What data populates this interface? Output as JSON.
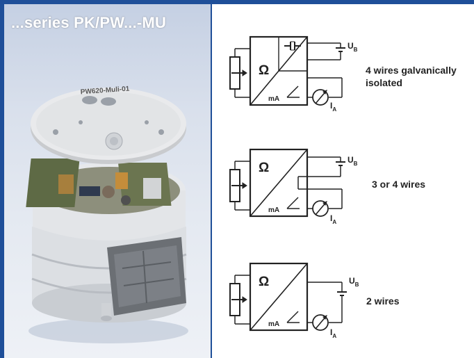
{
  "header": {
    "title": "...series PK/PW...-MU"
  },
  "device": {
    "model_label": "PW620-Muli-01"
  },
  "circuits": [
    {
      "label_line1": "4 wires galvanically",
      "label_line2": "isolated",
      "resistance_symbol": "Ω",
      "output_unit": "mA",
      "supply_main": "U",
      "supply_sub": "B",
      "current_main": "I",
      "current_sub": "A"
    },
    {
      "label_line1": "3 or 4 wires",
      "resistance_symbol": "Ω",
      "output_unit": "mA",
      "supply_main": "U",
      "supply_sub": "B",
      "current_main": "I",
      "current_sub": "A"
    },
    {
      "label_line1": "2 wires",
      "resistance_symbol": "Ω",
      "output_unit": "mA",
      "supply_main": "U",
      "supply_sub": "B",
      "current_main": "I",
      "current_sub": "A"
    }
  ],
  "colors": {
    "frame": "#1f4f99",
    "title_text": "#ffffff",
    "diagram_ink": "#222222"
  }
}
